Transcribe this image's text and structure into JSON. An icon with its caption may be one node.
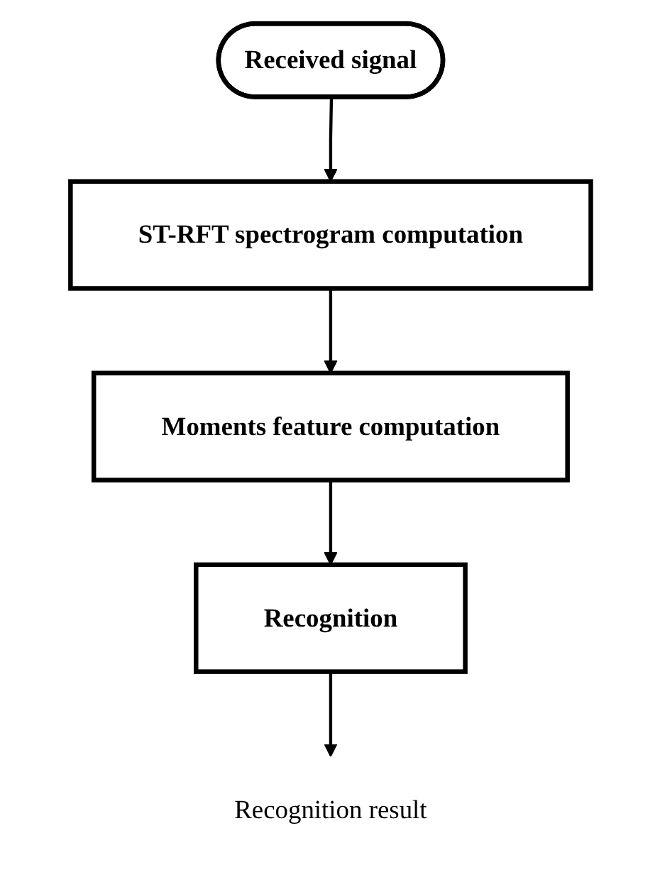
{
  "diagram": {
    "nodes": [
      {
        "text": [
          "Received signal"
        ]
      },
      {
        "text": [
          "ST-RFT spectrogram computation"
        ]
      },
      {
        "text": [
          "Moments feature computation"
        ]
      },
      {
        "text": [
          "Recognition"
        ]
      },
      {
        "text": [
          "Recognition result"
        ]
      }
    ],
    "edges": [
      {
        "from": 0,
        "to": 1,
        "arrow": "to"
      },
      {
        "from": 1,
        "to": 2,
        "arrow": "to"
      },
      {
        "from": 2,
        "to": 3,
        "arrow": "to"
      },
      {
        "from": 3,
        "to": 4,
        "arrow": "to"
      }
    ]
  }
}
